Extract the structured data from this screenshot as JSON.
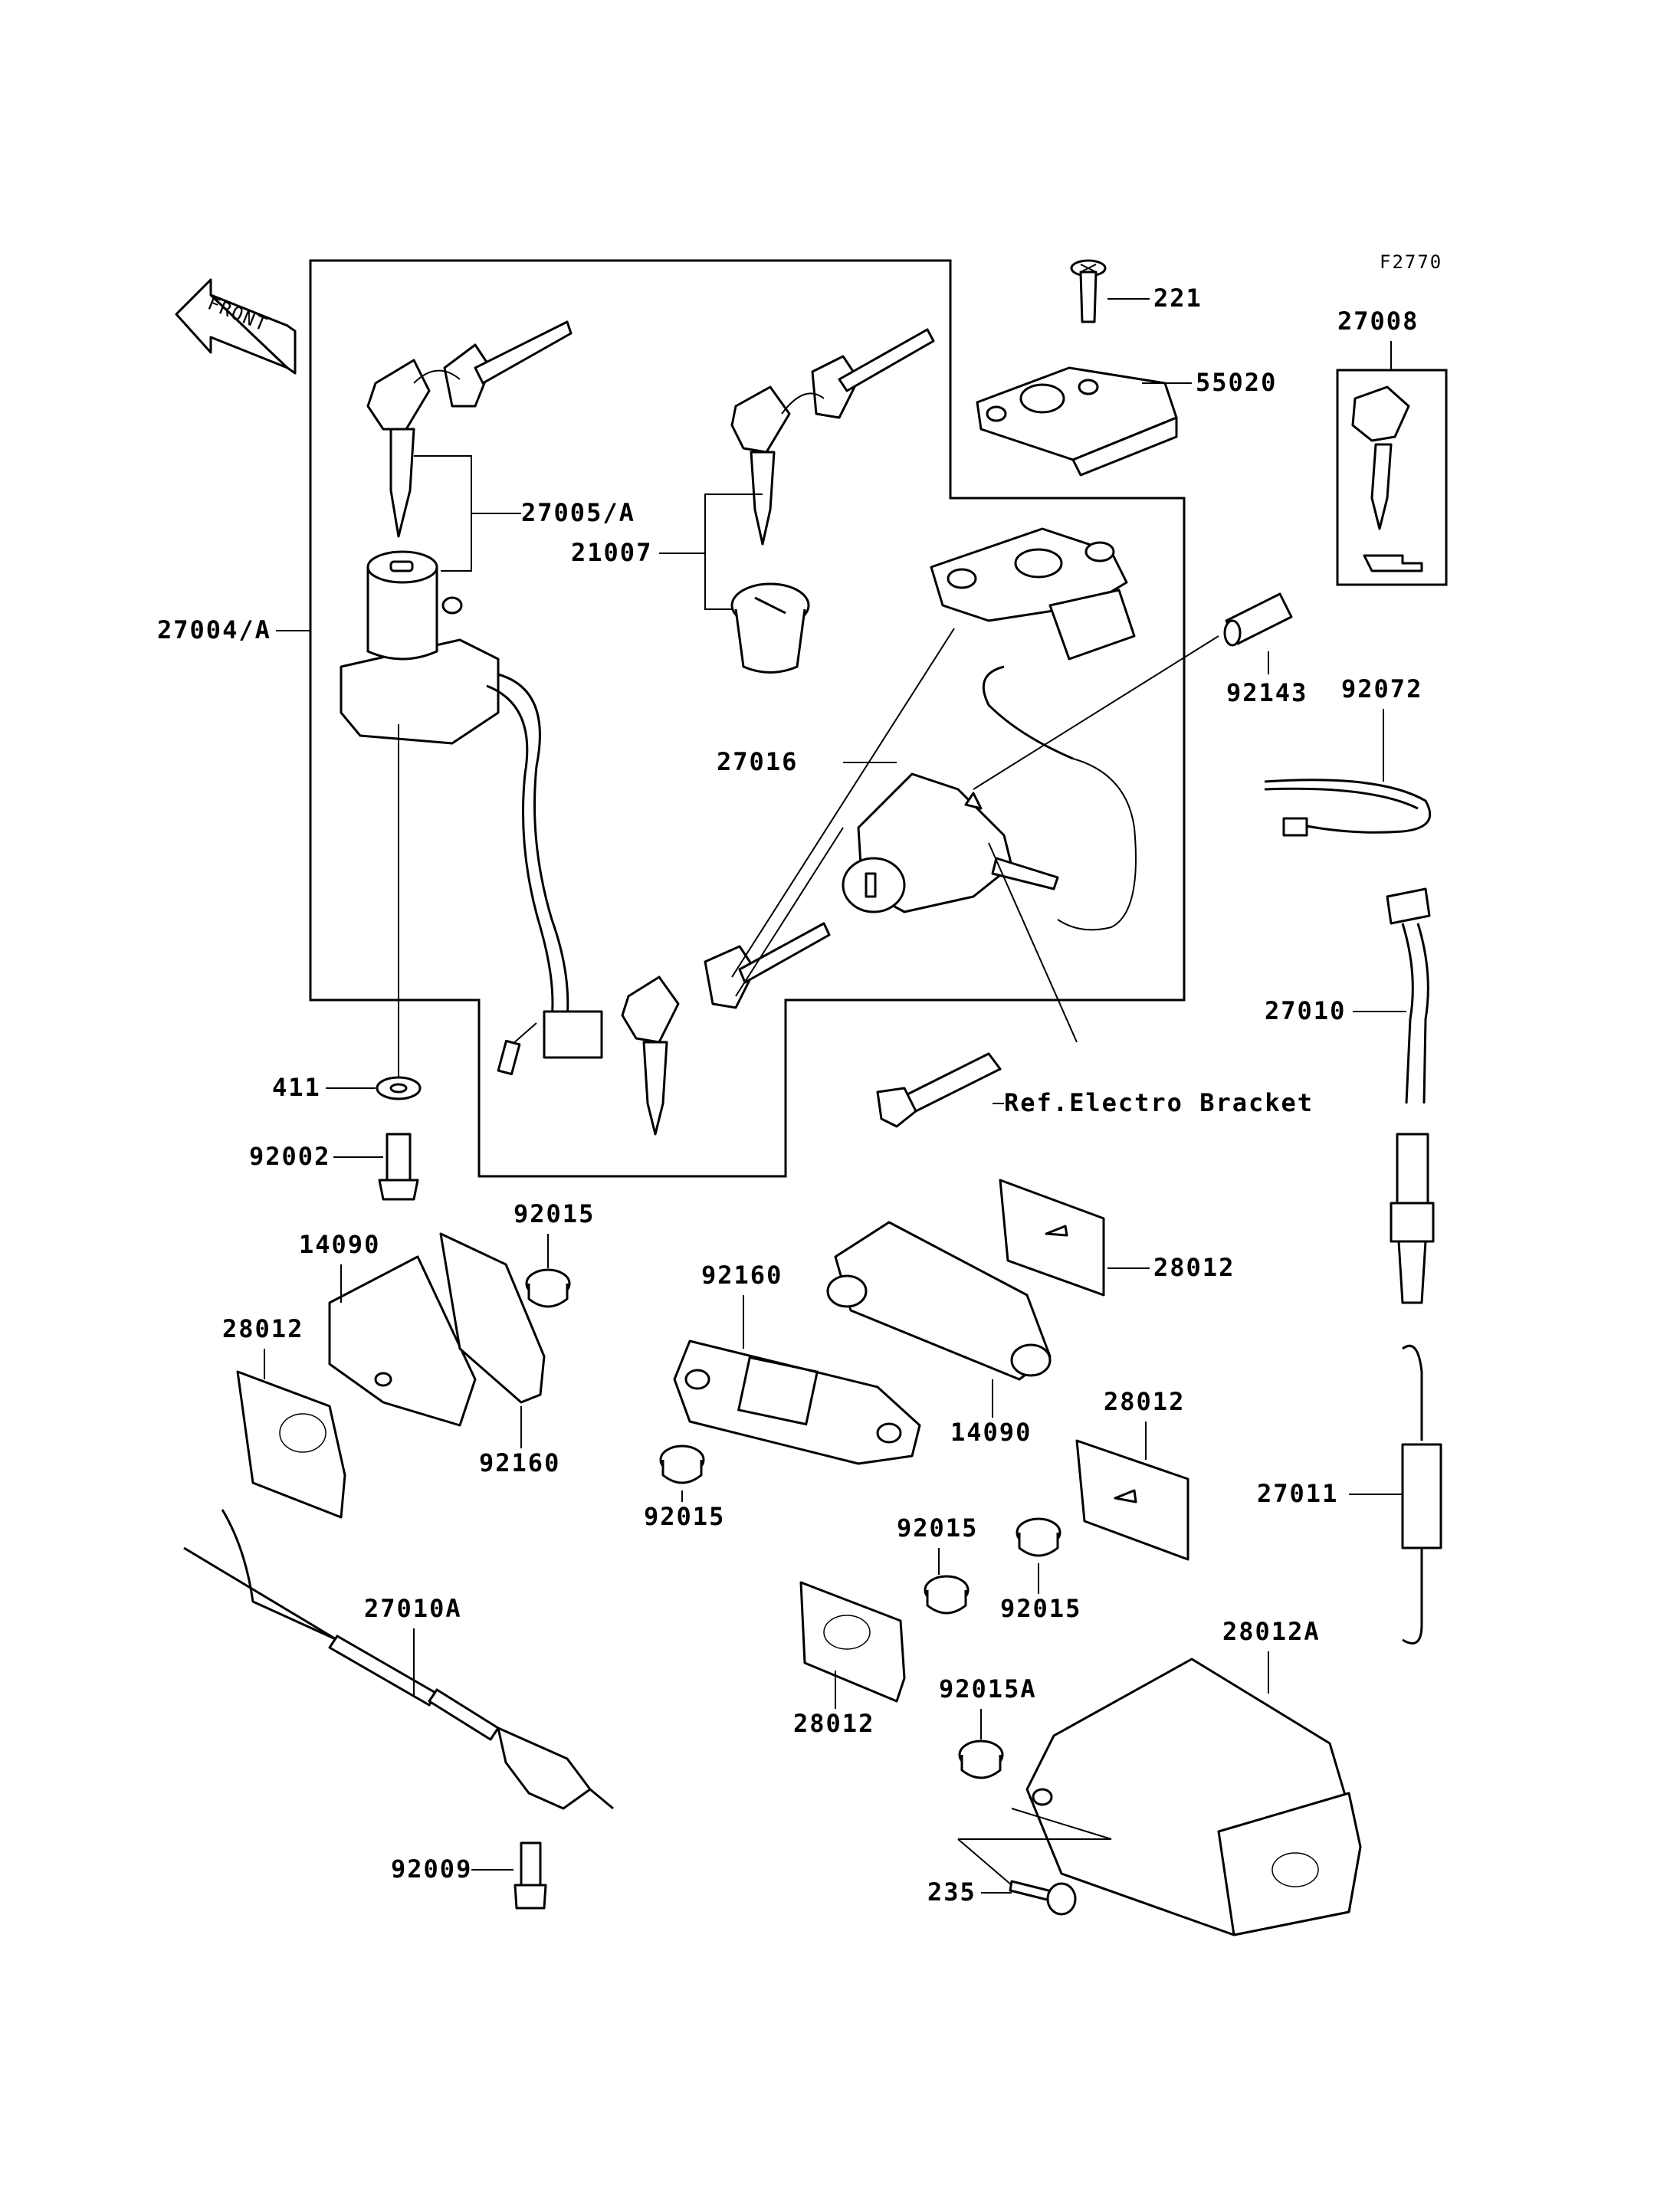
{
  "figure_code": "F2770",
  "front_label": "FRONT",
  "ref_note": "Ref.Electro Bracket",
  "labels": {
    "p221": "221",
    "p55020": "55020",
    "p27008": "27008",
    "p27005A": "27005/A",
    "p21007": "21007",
    "p27004A": "27004/A",
    "p92143": "92143",
    "p92072": "92072",
    "p27016": "27016",
    "p27010": "27010",
    "p411": "411",
    "p92002": "92002",
    "p92015_a": "92015",
    "p14090_a": "14090",
    "p28012_a": "28012",
    "p92160_a": "92160",
    "p92160_b": "92160",
    "p28012_b": "28012",
    "p14090_b": "14090",
    "p92015_b": "92015",
    "p28012_c": "28012",
    "p27011": "27011",
    "p92015_c": "92015",
    "p92015_d": "92015",
    "p27010A": "27010A",
    "p28012_d": "28012",
    "p28012A": "28012A",
    "p92015A": "92015A",
    "p92009": "92009",
    "p235": "235"
  },
  "colors": {
    "ink": "#000000",
    "paper": "#ffffff"
  }
}
